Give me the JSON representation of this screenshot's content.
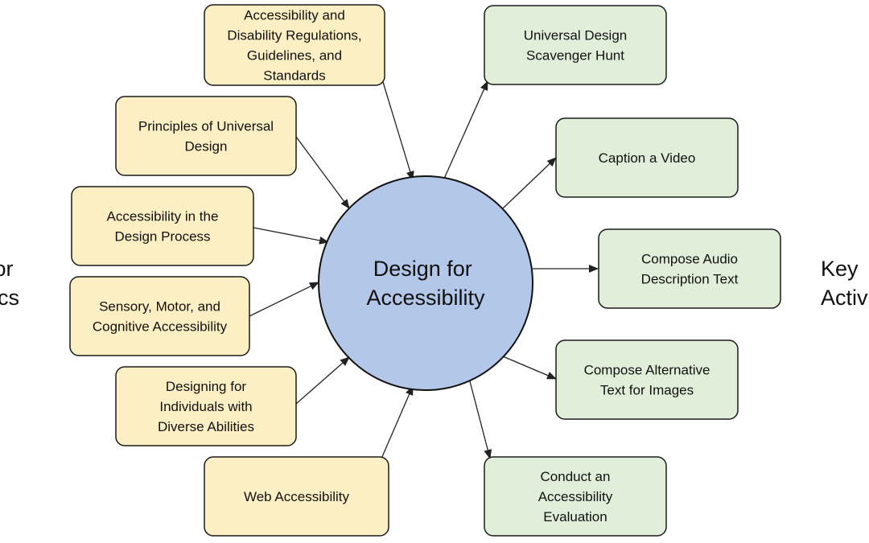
{
  "colors": {
    "topic_fill": "#fdefc4",
    "activity_fill": "#e1eed9",
    "center_fill": "#b3c7e8",
    "border": "#1a1a1a"
  },
  "center": {
    "lines": [
      "Design for",
      "Accessibility"
    ]
  },
  "left_label": {
    "lines": [
      "or",
      "ics"
    ]
  },
  "right_label": {
    "lines": [
      "Key",
      "Activ"
    ]
  },
  "topics": [
    {
      "id": "regulations",
      "lines": [
        "Accessibility and",
        "Disability Regulations,",
        "Guidelines, and",
        "Standards"
      ]
    },
    {
      "id": "universal-design",
      "lines": [
        "Principles of Universal",
        "Design"
      ]
    },
    {
      "id": "design-process",
      "lines": [
        "Accessibility in the",
        "Design Process"
      ]
    },
    {
      "id": "sensory-motor-cognitive",
      "lines": [
        "Sensory, Motor, and",
        "Cognitive Accessibility"
      ]
    },
    {
      "id": "diverse-abilities",
      "lines": [
        "Designing for",
        "Individuals with",
        "Diverse Abilities"
      ]
    },
    {
      "id": "web-accessibility",
      "lines": [
        "Web Accessibility"
      ]
    }
  ],
  "activities": [
    {
      "id": "scavenger-hunt",
      "lines": [
        "Universal Design",
        "Scavenger Hunt"
      ]
    },
    {
      "id": "caption-video",
      "lines": [
        "Caption a Video"
      ]
    },
    {
      "id": "audio-description",
      "lines": [
        "Compose Audio",
        "Description Text"
      ]
    },
    {
      "id": "alt-text",
      "lines": [
        "Compose Alternative",
        "Text for Images"
      ]
    },
    {
      "id": "accessibility-evaluation",
      "lines": [
        "Conduct an",
        "Accessibility",
        "Evaluation"
      ]
    }
  ]
}
